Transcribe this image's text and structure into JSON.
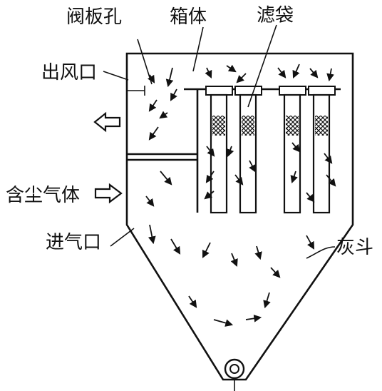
{
  "labels": {
    "valve_hole": "阀板孔",
    "box_body": "箱体",
    "filter_bag": "滤袋",
    "outlet": "出风口",
    "dusty_gas": "含尘气体",
    "inlet": "进气口",
    "ash_hopper": "灰斗"
  }
}
